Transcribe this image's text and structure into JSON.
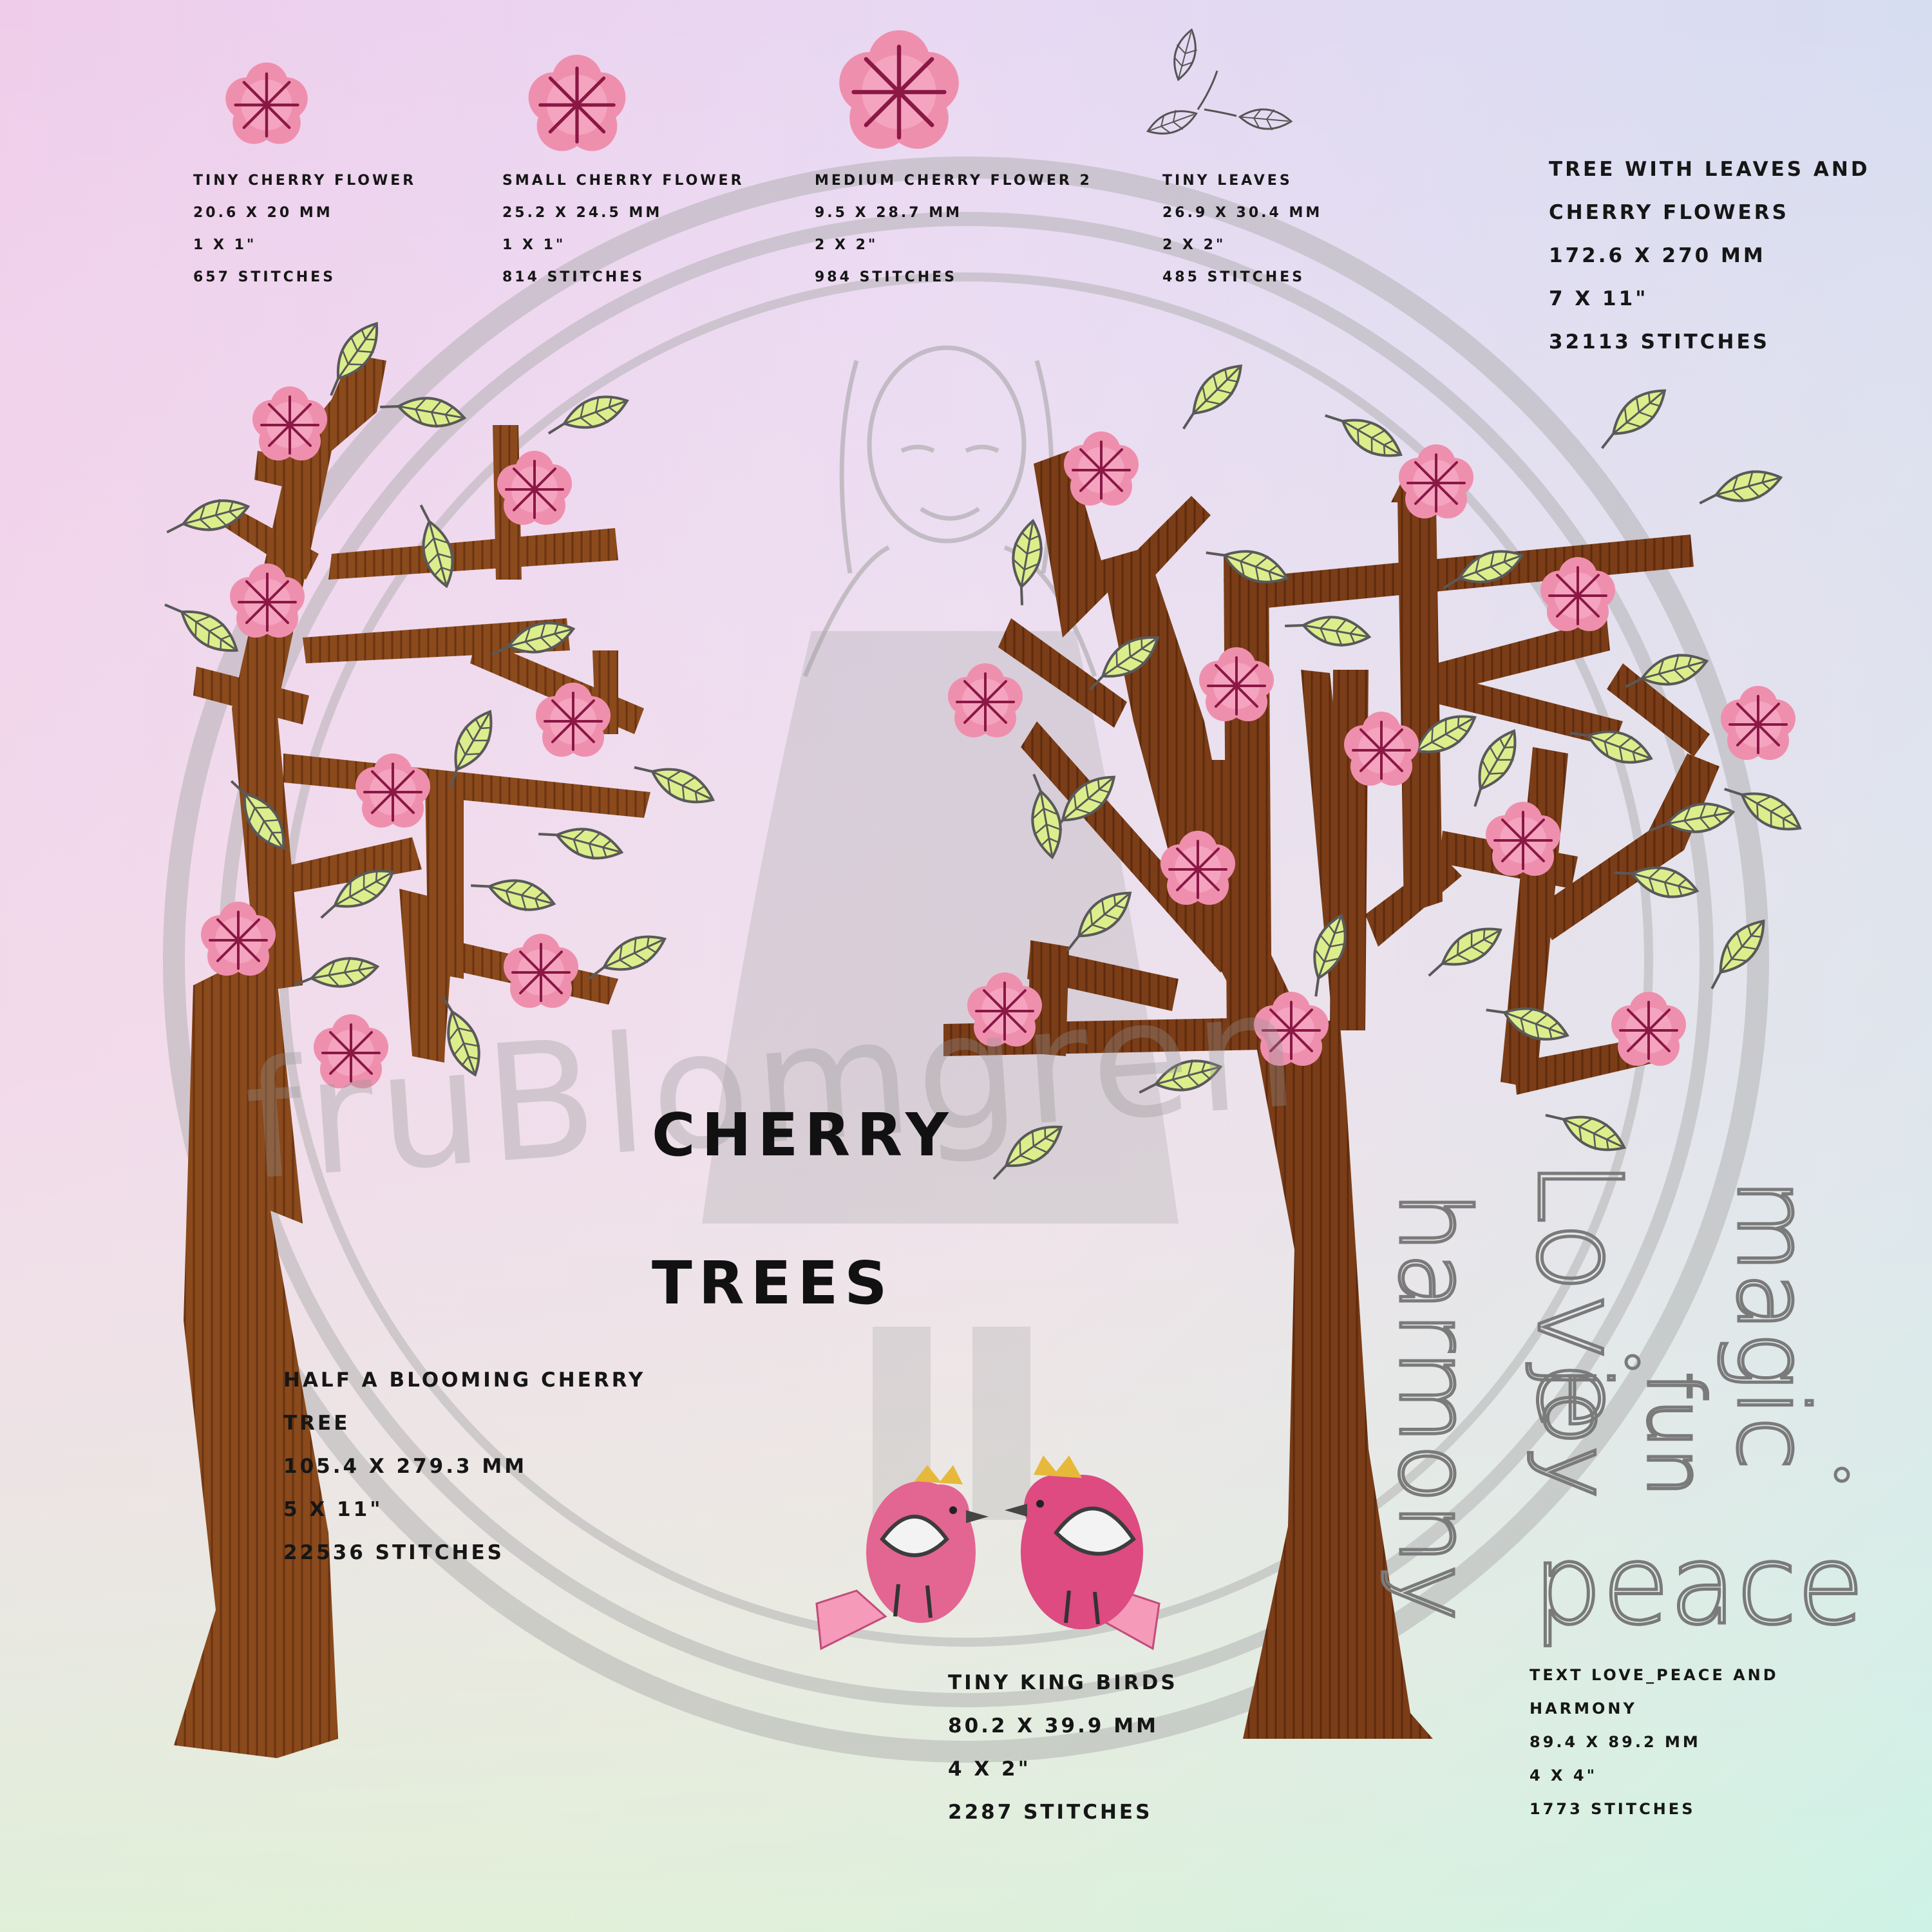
{
  "heading": {
    "line1": "CHERRY",
    "line2": "TREES"
  },
  "watermark": {
    "text": "fruBlomgren"
  },
  "designs": [
    {
      "lines": [
        "Tiny cherry flower",
        "20.6 x 20 mm",
        "1 x 1\"",
        "657 stitches"
      ]
    },
    {
      "lines": [
        "Small cherry flower",
        "25.2 x 24.5 mm",
        "1 x 1\"",
        "814 stitches"
      ]
    },
    {
      "lines": [
        "Medium cherry flower 2",
        "9.5 x 28.7 mm",
        "2 x 2\"",
        "984 stitches"
      ]
    },
    {
      "lines": [
        "Tiny leaves",
        "26.9 x 30.4 mm",
        "2 x 2\"",
        "485 stitches"
      ]
    },
    {
      "lines": [
        "Tree with leaves and",
        "cherry flowers",
        "172.6 x 270 mm",
        "7 x 11\"",
        "32113 stitches"
      ]
    },
    {
      "lines": [
        "Half a blooming cherry",
        "tree",
        "105.4 x 279.3 mm",
        "5 x 11\"",
        "22536 stitches"
      ]
    },
    {
      "lines": [
        "Tiny King Birds",
        "80.2 x 39.9 mm",
        "4 x 2\"",
        "2287 stitches"
      ]
    },
    {
      "lines": [
        "Text Love_peace and",
        "harmony",
        "89.4 x 89.2 mm",
        "4 x 4\"",
        "1773 stitches"
      ]
    }
  ],
  "handwriting": {
    "words": [
      "harmony",
      "Love",
      "joy",
      "fun",
      "magic",
      "peace"
    ]
  },
  "colors": {
    "bark": "#7a3d17",
    "bark_dark": "#5e2a0e",
    "blossom": "#ef8fae",
    "blossom_center": "#8a1744",
    "leaf": "#dcee8c",
    "leaf_outline": "#595959",
    "bird_body": "#e0457c",
    "bird_crown": "#e7b93a",
    "ink": "#161616",
    "thread_grey": "#7a7a7a"
  }
}
